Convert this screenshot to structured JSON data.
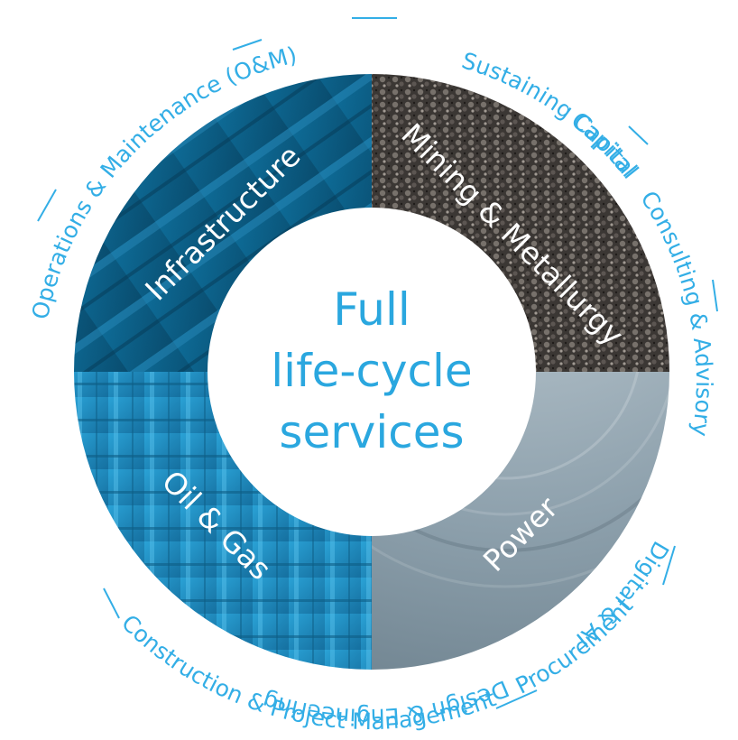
{
  "center": {
    "line1": "Full",
    "line2": "life-cycle",
    "line3": "services"
  },
  "segments": {
    "infrastructure": "Infrastructure",
    "mining": "Mining & Metallurgy",
    "oil_gas": "Oil & Gas",
    "power": "Power"
  },
  "ring_services": {
    "capital": "Capital",
    "consulting": "Consulting & Advisory",
    "digital": "Digital & AI",
    "design": "Design & Engineering",
    "procurement": "Procurement",
    "construction": "Construction & Project Management",
    "operations": "Operations & Maintenance (O&M)",
    "sustaining": "Sustaining Capital"
  },
  "colors": {
    "accent": "#33aee6",
    "infrastructure": "#0b5f87",
    "mining": "#3f3b38",
    "oil_gas": "#1d8fc4",
    "power": "#8fa3af"
  }
}
